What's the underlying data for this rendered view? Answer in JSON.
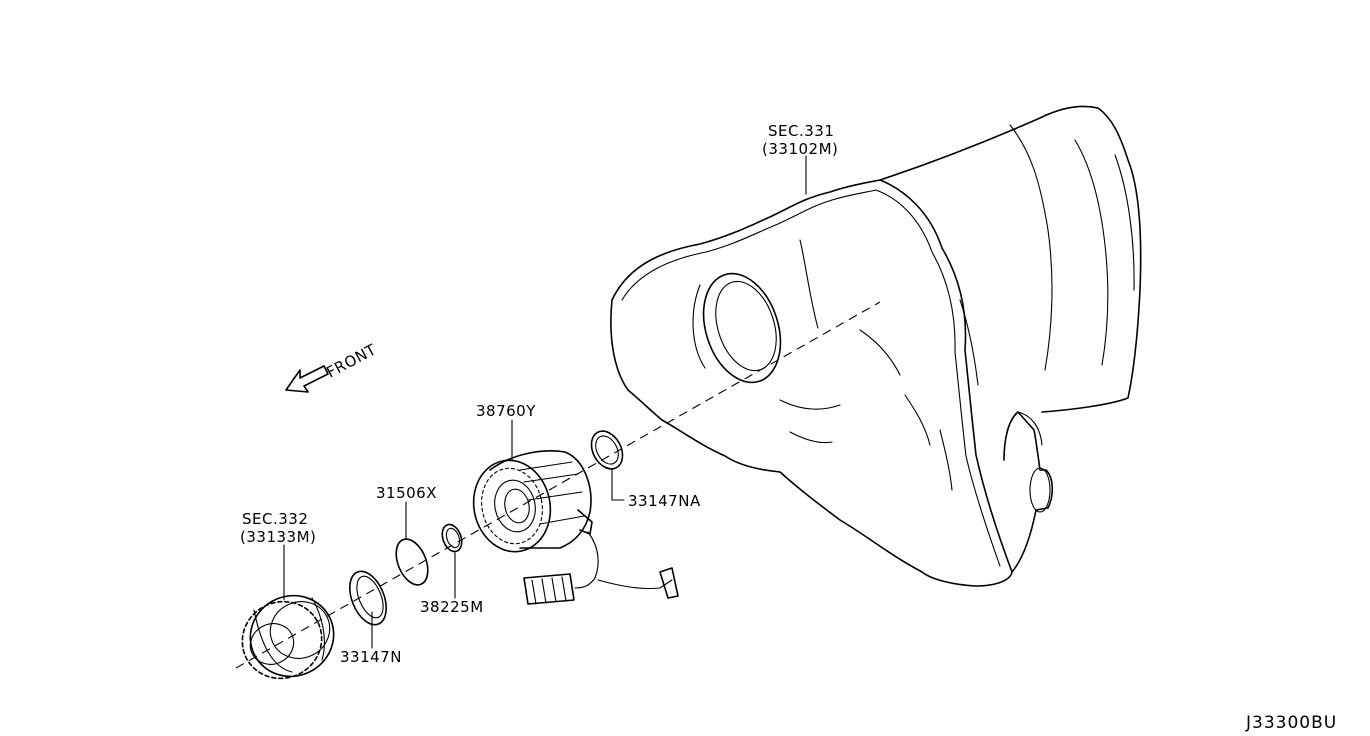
{
  "diagram": {
    "direction_label": "FRONT",
    "diagram_code": "J33300BU",
    "callouts": {
      "sec331_line1": "SEC.331",
      "sec331_line2": "(33102M)",
      "sec332_line1": "SEC.332",
      "sec332_line2": "(33133M)",
      "p38760Y": "38760Y",
      "p33147NA": "33147NA",
      "p31506X": "31506X",
      "p38225M": "38225M",
      "p33147N": "33147N"
    }
  }
}
